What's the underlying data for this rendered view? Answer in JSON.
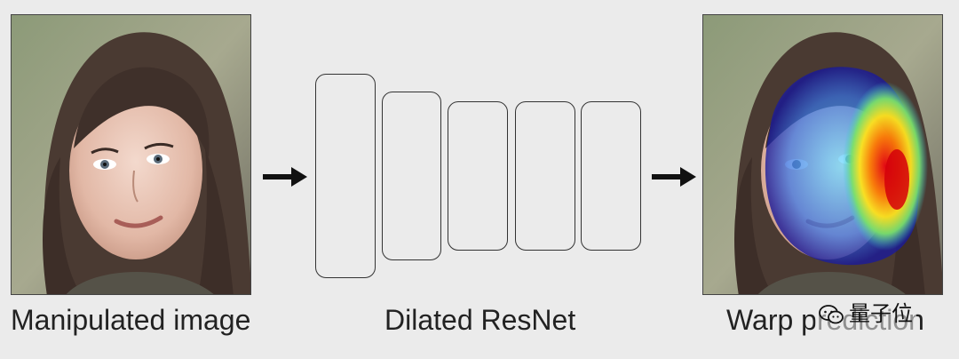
{
  "captions": {
    "input": "Manipulated image",
    "network": "Dilated ResNet",
    "output": "Warp prediction"
  },
  "watermark": {
    "text": "量子位",
    "icon": "wechat-icon"
  },
  "network": {
    "layer_count": 5
  },
  "colors": {
    "background": "#ebebeb",
    "outline": "#333333",
    "arrow": "#111111",
    "text": "#222222"
  }
}
